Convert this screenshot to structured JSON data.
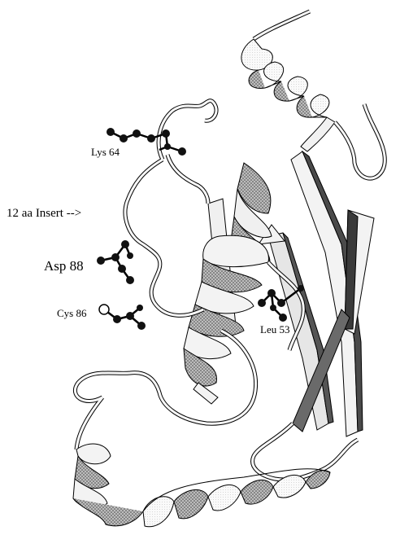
{
  "labels": {
    "lys64": "Lys 64",
    "insert": "12 aa Insert -->",
    "asp88": "Asp 88",
    "cys86": "Cys 86",
    "leu53": "Leu 53"
  },
  "colors": {
    "ribbon_fill": "#f2f2f2",
    "ribbon_shade": "#555555",
    "outline": "#000000",
    "atom": "#111111"
  }
}
